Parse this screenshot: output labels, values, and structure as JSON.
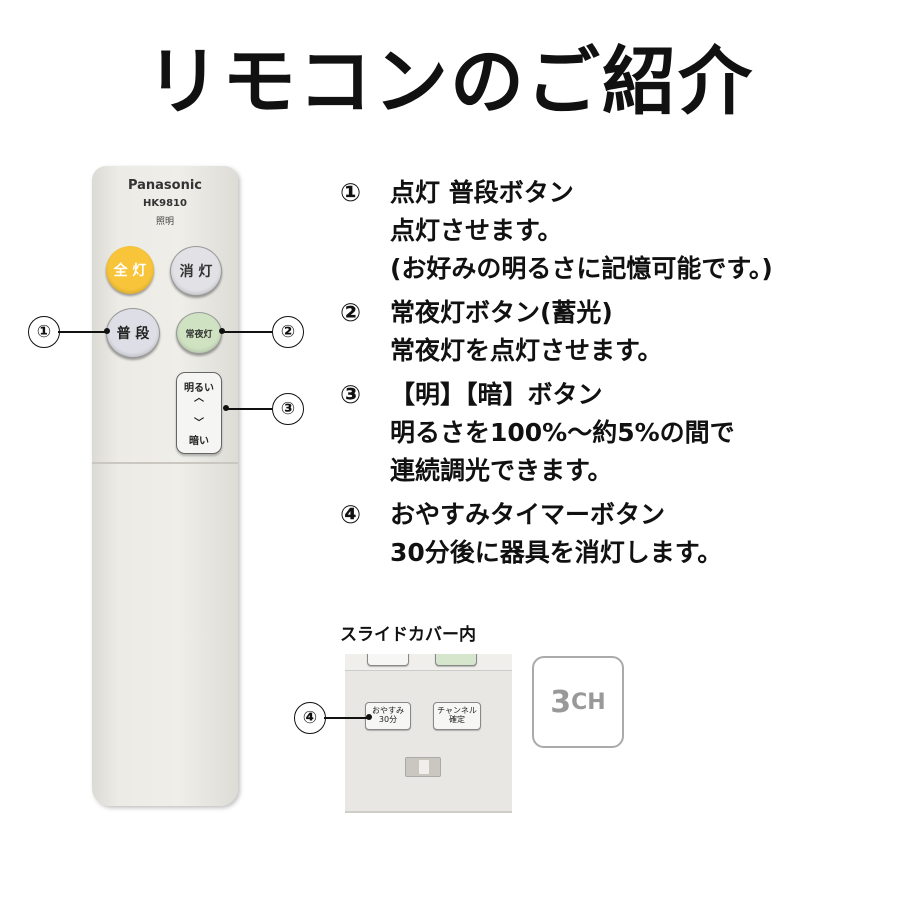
{
  "title": "リモコンのご紹介",
  "remote": {
    "brand": "Panasonic",
    "model": "HK9810",
    "subtitle": "照明",
    "buttons": {
      "all_on": "全 灯",
      "off": "消 灯",
      "normal": "普 段",
      "night_light": "常夜灯",
      "brighter": "明るい",
      "darker": "暗い"
    }
  },
  "callouts": [
    "①",
    "②",
    "③",
    "④"
  ],
  "descriptions": [
    {
      "num": "①",
      "heading": "点灯  普段ボタン",
      "lines": [
        "点灯させます。",
        "(お好みの明るさに記憶可能です。)"
      ]
    },
    {
      "num": "②",
      "heading": "常夜灯ボタン(蓄光)",
      "lines": [
        "常夜灯を点灯させます。"
      ]
    },
    {
      "num": "③",
      "heading": "【明】【暗】ボタン",
      "lines": [
        "明るさを100%～約5%の間で",
        "連続調光できます。"
      ]
    },
    {
      "num": "④",
      "heading": "おやすみタイマーボタン",
      "lines": [
        "30分後に器具を消灯します。"
      ]
    }
  ],
  "slide_cover": {
    "label": "スライドカバー内",
    "sleep_button": [
      "おやすみ",
      "30分"
    ],
    "channel_button": [
      "チャンネル",
      "確定"
    ],
    "channel_badge": "3",
    "channel_badge_suffix": "CH"
  }
}
